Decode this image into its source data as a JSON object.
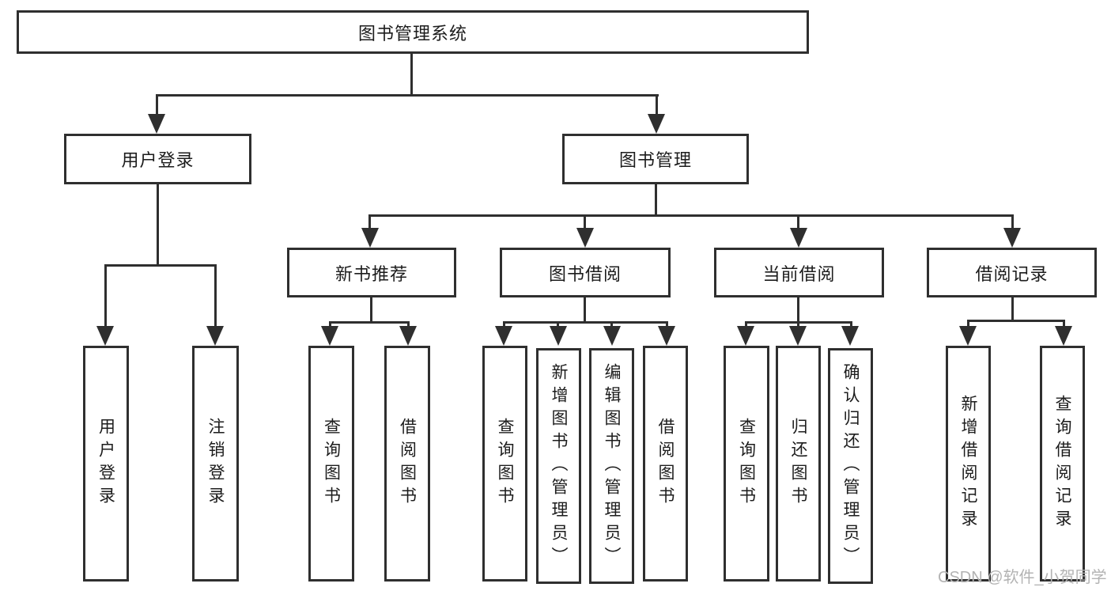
{
  "title": "图书管理系统",
  "tree": {
    "root": {
      "label": "图书管理系统"
    },
    "children": [
      {
        "label": "用户登录",
        "children": [
          {
            "label": "用户登录"
          },
          {
            "label": "注销登录"
          }
        ]
      },
      {
        "label": "图书管理",
        "children": [
          {
            "label": "新书推荐",
            "children": [
              {
                "label": "查询图书"
              },
              {
                "label": "借阅图书"
              }
            ]
          },
          {
            "label": "图书借阅",
            "children": [
              {
                "label": "查询图书"
              },
              {
                "label": "新增图书（管理员）"
              },
              {
                "label": "编辑图书（管理员）"
              },
              {
                "label": "借阅图书"
              }
            ]
          },
          {
            "label": "当前借阅",
            "children": [
              {
                "label": "查询图书"
              },
              {
                "label": "归还图书"
              },
              {
                "label": "确认归还（管理员）"
              }
            ]
          },
          {
            "label": "借阅记录",
            "children": [
              {
                "label": "新增借阅记录"
              },
              {
                "label": "查询借阅记录"
              }
            ]
          }
        ]
      }
    ]
  },
  "watermark": {
    "text": "CSDN @软件_小贺同学"
  },
  "colors": {
    "line": "#2f2f2f",
    "text": "#1c1c1c",
    "background": "#ffffff",
    "watermark": "#b3b3b3"
  }
}
